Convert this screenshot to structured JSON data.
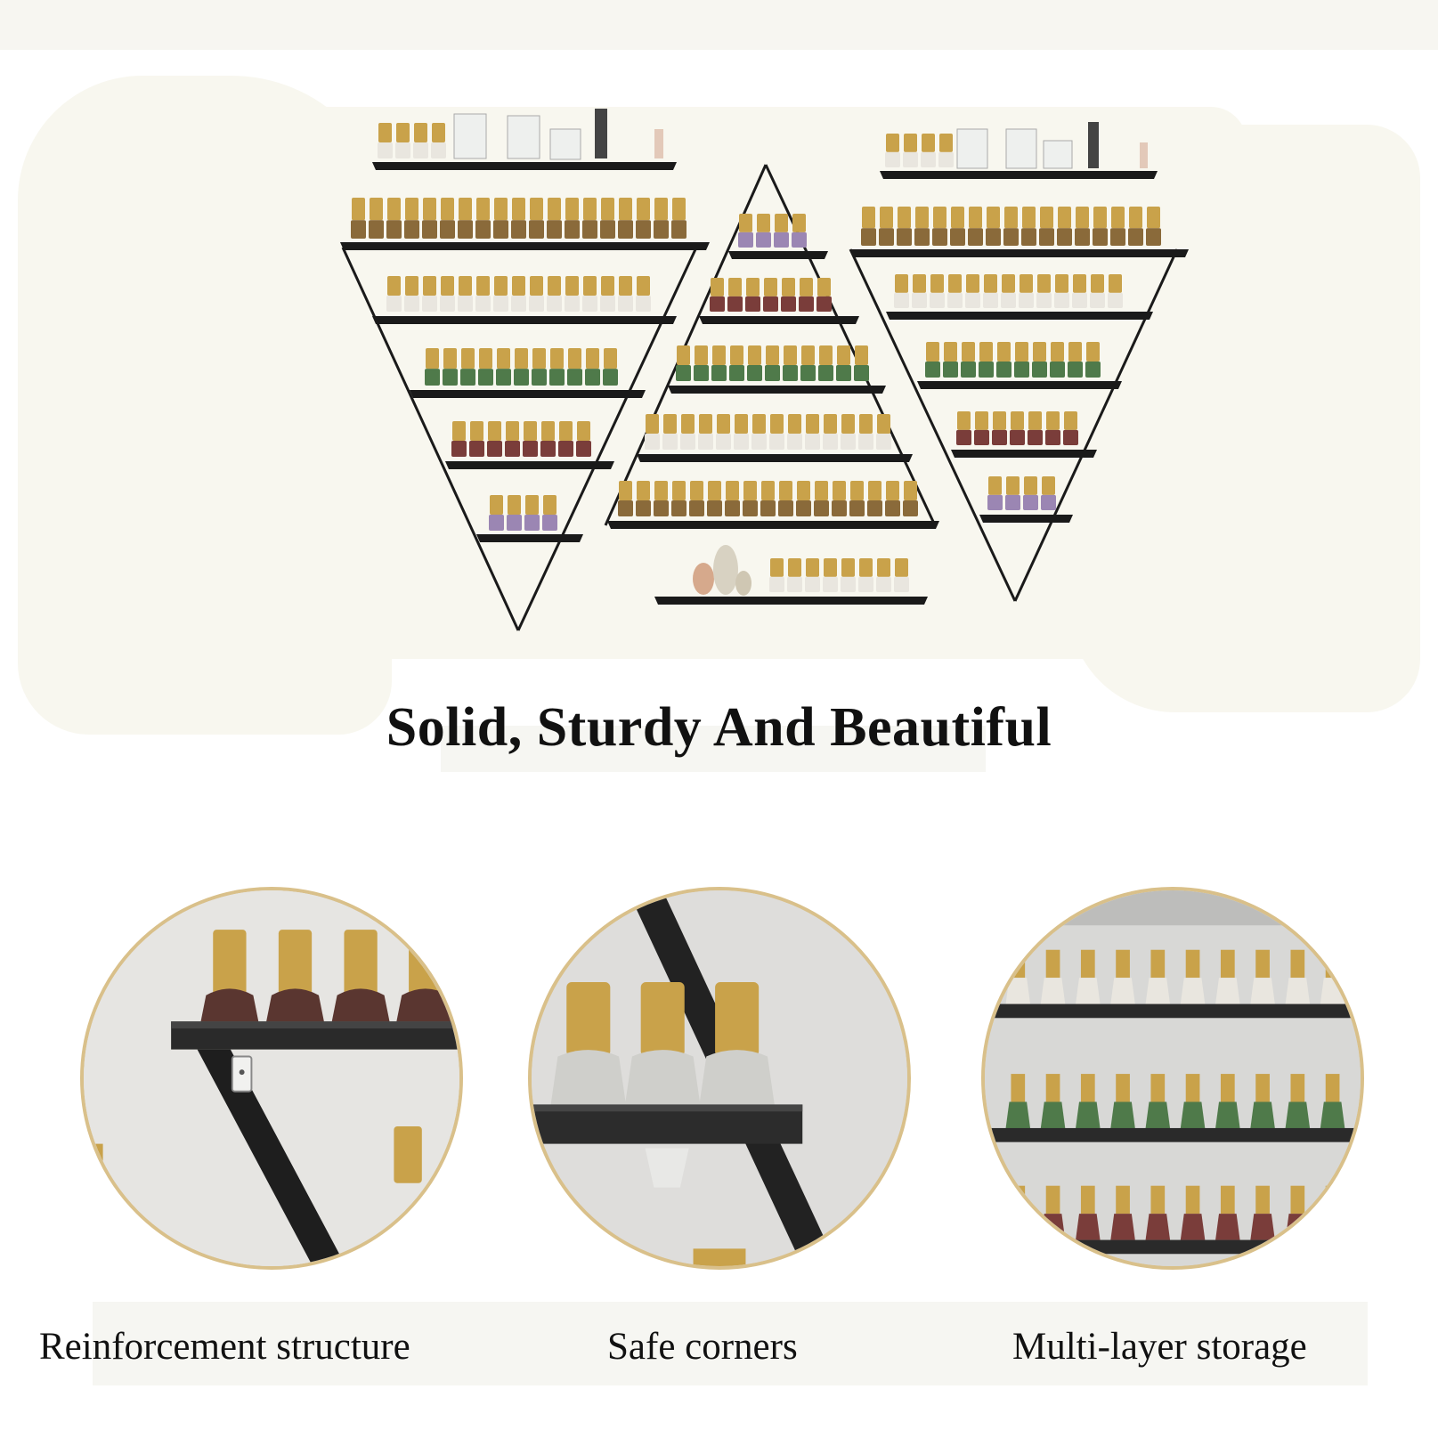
{
  "headline": "Solid, Sturdy And Beautiful",
  "features": [
    {
      "label": "Reinforcement structure",
      "icon": "reinforcement-closeup-image"
    },
    {
      "label": "Safe corners",
      "icon": "safe-corners-closeup-image"
    },
    {
      "label": "Multi-layer storage",
      "icon": "multi-layer-closeup-image"
    }
  ],
  "colors": {
    "frame": "#1a1a1a",
    "gold": "#c9a24a",
    "ring": "#d9c08a",
    "background": "#ffffff",
    "wash": "#f8f7ef",
    "polish_white": "#e9e6df",
    "polish_green": "#4f7a4a",
    "polish_burgundy": "#7a3d3a",
    "polish_lavender": "#9b86b3"
  }
}
